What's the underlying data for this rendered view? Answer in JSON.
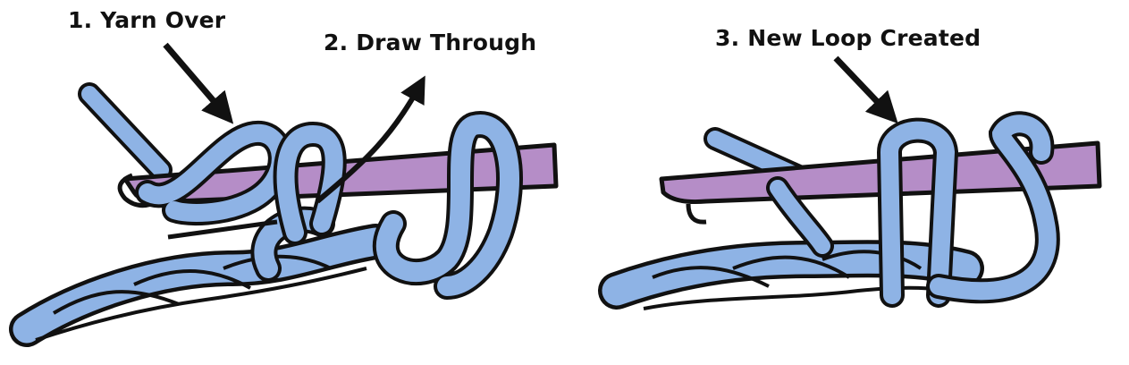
{
  "steps": [
    {
      "label": "1. Yarn Over"
    },
    {
      "label": "2. Draw Through"
    },
    {
      "label": "3. New Loop Created"
    }
  ],
  "colors": {
    "yarn": "#8eb3e5",
    "hook": "#b58dc7",
    "outline": "#111111",
    "background": "#ffffff"
  }
}
